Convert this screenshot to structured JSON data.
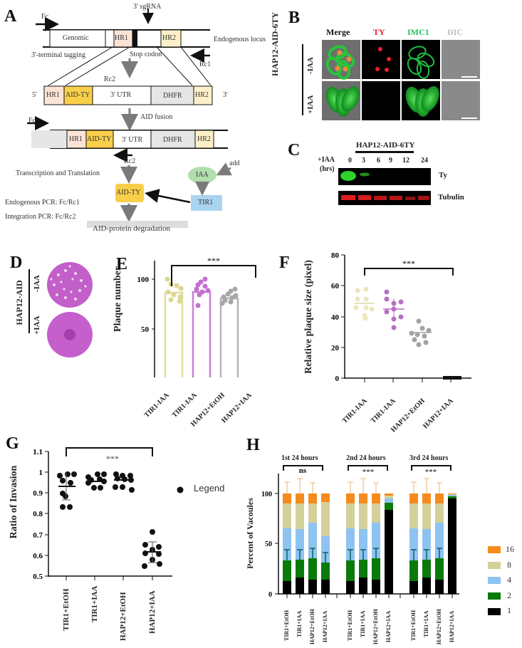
{
  "figure": {
    "panels": [
      "A",
      "B",
      "C",
      "D",
      "E",
      "F",
      "G",
      "H"
    ]
  },
  "panel_a": {
    "label": "A",
    "sgrna": "3' sgRNA",
    "fc": "Fc",
    "rc1": "Rc1",
    "rc2": "Rc2",
    "genomic": "Genomic",
    "hr1": "HR1",
    "hr2": "HR2",
    "endogenous_locus": "Endogenous locus",
    "terminal_tagging": "3'-terminal  tagging",
    "stop_codon": "Stop codon",
    "five_prime": "5'",
    "three_prime": "3'",
    "aid_ty": "AID-TY",
    "utr": "3' UTR",
    "dhfr": "DHFR",
    "aid_fusion": "AID fusion",
    "transcription": "Transcription and Translation",
    "iaa": "IAA",
    "add": "add",
    "tir1": "TIR1",
    "endogenous_pcr": "Endogenous PCR: Fc/Rc1",
    "integration_pcr": "Integration  PCR: Fc/Rc2",
    "degradation": "AID-protein degradation",
    "colors": {
      "hr1": "#fbe3d6",
      "hr2": "#fdf0c8",
      "aid_ty": "#f9cf4a",
      "dhfr": "#e6e6e6",
      "iaa": "#b3deae",
      "tir1": "#a9d4f0",
      "degradation": "#dddddd"
    }
  },
  "panel_b": {
    "label": "B",
    "row_title": "HAP12-AID-6TY",
    "rows": [
      "-IAA",
      "+IAA"
    ],
    "columns": [
      {
        "label": "Merge",
        "color": "#111111"
      },
      {
        "label": "TY",
        "color": "#e8202a"
      },
      {
        "label": "IMC1",
        "color": "#1fc35a"
      },
      {
        "label": "DIC",
        "color": "#bfbfbf"
      }
    ]
  },
  "panel_c": {
    "label": "C",
    "title": "HAP12-AID-6TY",
    "time_label_1": "+IAA",
    "time_label_2": "(hrs)",
    "timepoints": [
      "0",
      "3",
      "6",
      "9",
      "12",
      "24"
    ],
    "bands": [
      "Ty",
      "Tubulin"
    ]
  },
  "panel_d": {
    "label": "D",
    "row_title": "HAP12-AID",
    "rows": [
      "-IAA",
      "+IAA"
    ]
  },
  "chart_data": [
    {
      "panel": "E",
      "type": "bar",
      "title": "",
      "xlabel": "",
      "ylabel": "Plaque number",
      "ylim": [
        0,
        120
      ],
      "yticks": [
        0,
        50,
        100
      ],
      "categories": [
        "TIR1-IAA",
        "TIR1-IAA",
        "HAP12+EtOH",
        "HAP12+IAA"
      ],
      "values": [
        87,
        88,
        81,
        0
      ],
      "colors": [
        "#e2dd9a",
        "#c77fd6",
        "#b5b5b5",
        "#111111"
      ],
      "points": [
        [
          100,
          95,
          93,
          90,
          88,
          85,
          82,
          80,
          78
        ],
        [
          100,
          97,
          95,
          93,
          91,
          89,
          88,
          85,
          74
        ],
        [
          90,
          88,
          85,
          83,
          82,
          80,
          79,
          78,
          77
        ],
        [
          0,
          0,
          0,
          0,
          0,
          0,
          0,
          0,
          0
        ]
      ],
      "significance": {
        "from": 0,
        "to": 3,
        "label": "***"
      }
    },
    {
      "panel": "F",
      "type": "scatter",
      "title": "",
      "xlabel": "",
      "ylabel": "Relative plaque size (pixel)",
      "ylim": [
        0,
        80
      ],
      "yticks": [
        0,
        20,
        40,
        60,
        80
      ],
      "categories": [
        "TIR1-IAA",
        "TIR1-IAA",
        "HAP12+EtOH",
        "HAP12+IAA"
      ],
      "means": [
        49,
        45,
        30,
        0
      ],
      "sd": [
        5.5,
        6.5,
        4.5,
        0
      ],
      "colors": [
        "#ece6bf",
        "#b86fc6",
        "#a3a3a3",
        "#111111"
      ],
      "points": [
        [
          57,
          55,
          52,
          49,
          48,
          46,
          45,
          44,
          39
        ],
        [
          55,
          52,
          49,
          48,
          45,
          42,
          40,
          40,
          33
        ],
        [
          37,
          33,
          32,
          31,
          30,
          29,
          28,
          24,
          22
        ],
        [
          0,
          0,
          0,
          0,
          0,
          0,
          0,
          0,
          0
        ]
      ],
      "significance": {
        "from": 0,
        "to": 3,
        "label": "***"
      }
    },
    {
      "panel": "G",
      "type": "scatter",
      "title": "",
      "xlabel": "",
      "ylabel": "Ratio of Invasion",
      "ylim": [
        0.5,
        1.1
      ],
      "yticks": [
        0.5,
        0.6,
        0.7,
        0.8,
        0.9,
        1.0,
        1.1
      ],
      "categories": [
        "TIR1+EtOH",
        "TIR1+IAA",
        "HAP12+EtOH",
        "HAP12+IAA"
      ],
      "means": [
        0.93,
        0.96,
        0.965,
        0.615
      ],
      "sd": [
        0.065,
        0.02,
        0.02,
        0.05
      ],
      "points": [
        [
          0.99,
          0.99,
          0.98,
          0.96,
          0.95,
          0.89,
          0.88,
          0.83,
          0.83
        ],
        [
          0.99,
          0.99,
          0.98,
          0.97,
          0.96,
          0.95,
          0.94,
          0.93,
          0.93
        ],
        [
          0.99,
          0.99,
          0.98,
          0.97,
          0.97,
          0.96,
          0.95,
          0.93,
          0.92
        ],
        [
          0.71,
          0.65,
          0.64,
          0.62,
          0.61,
          0.6,
          0.58,
          0.56,
          0.55
        ]
      ],
      "legend": [
        "Legend"
      ],
      "significance": {
        "from": 0,
        "to": 3,
        "label": "***"
      }
    },
    {
      "panel": "H",
      "type": "bar",
      "stacked": true,
      "title": "",
      "xlabel": "",
      "ylabel": "Percent of Vacoules",
      "ylim": [
        0,
        120
      ],
      "yticks": [
        0,
        50,
        100
      ],
      "groups": [
        {
          "title": "1st 24 hours",
          "significance": "ns"
        },
        {
          "title": "2nd 24 hours",
          "significance": "***"
        },
        {
          "title": "3rd 24 hours",
          "significance": "***"
        }
      ],
      "categories": [
        "TIR1+EtOH",
        "TIR1+IAA",
        "HAP12+EtOH",
        "HAP12+IAA",
        "TIR1+EtOH",
        "TIR1+IAA",
        "HAP12+EtOH",
        "HAP12+IAA",
        "TIR1+EtOH",
        "TIR1+IAA",
        "HAP12+EtOH",
        "HAP12+IAA"
      ],
      "series": [
        {
          "name": "1",
          "color": "#000000",
          "values": [
            13,
            16,
            14,
            14,
            13,
            16,
            14,
            84,
            13,
            16,
            14,
            95
          ]
        },
        {
          "name": "2",
          "color": "#0a7a0a",
          "values": [
            20,
            18,
            21,
            17,
            20,
            18,
            21,
            7,
            20,
            18,
            21,
            2
          ]
        },
        {
          "name": "4",
          "color": "#8ec3f1",
          "values": [
            32,
            30,
            36,
            26,
            32,
            30,
            36,
            4,
            32,
            30,
            36,
            1
          ]
        },
        {
          "name": "8",
          "color": "#d4d09a",
          "values": [
            25,
            26,
            19,
            34,
            25,
            26,
            19,
            3,
            25,
            26,
            19,
            1
          ]
        },
        {
          "name": "16",
          "color": "#f58b1c",
          "values": [
            10,
            10,
            10,
            9,
            10,
            10,
            10,
            2,
            10,
            10,
            10,
            1
          ]
        }
      ],
      "legend_position": "right"
    }
  ]
}
